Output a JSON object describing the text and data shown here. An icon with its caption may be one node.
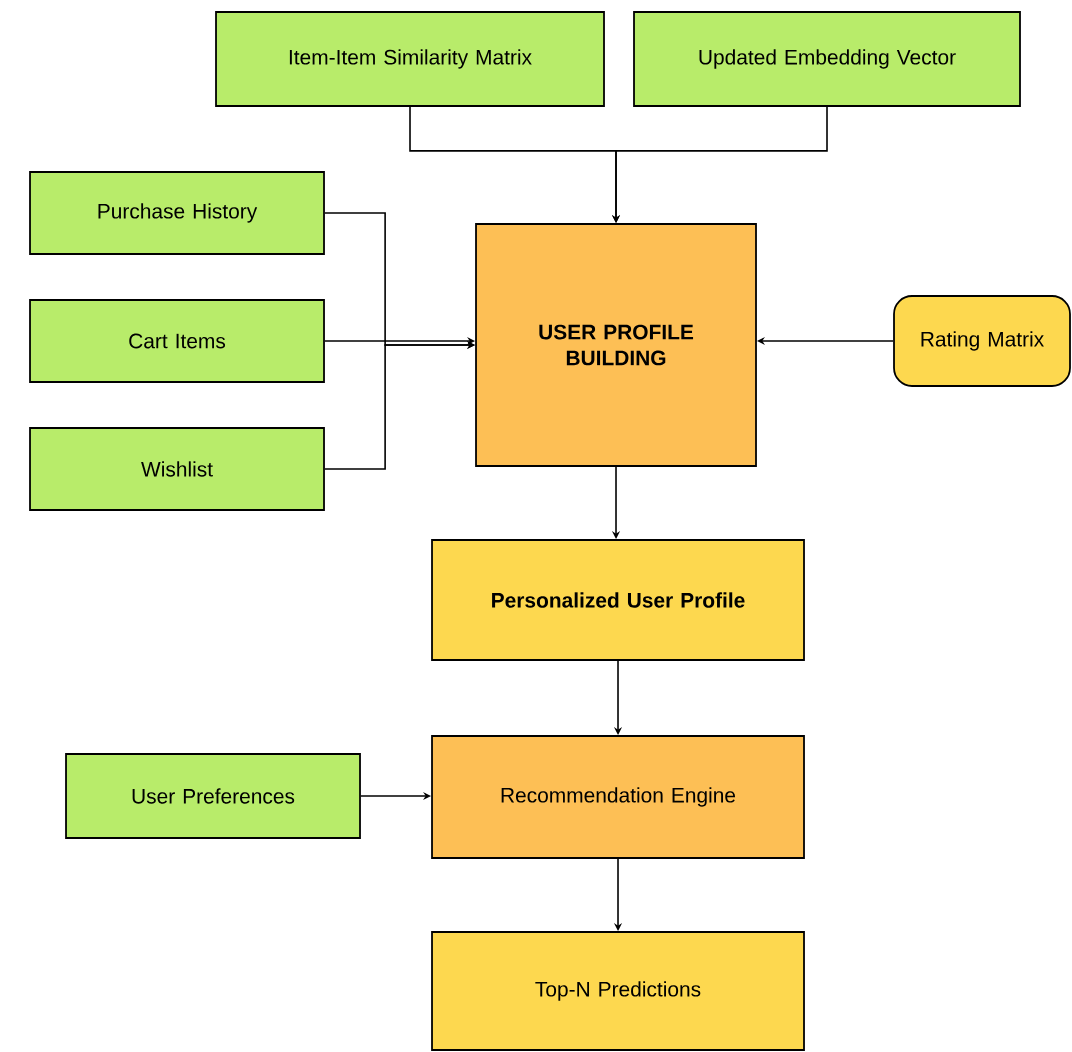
{
  "diagram": {
    "nodes": [
      {
        "text": [
          "Item-Item Similarity Matrix"
        ]
      },
      {
        "text": [
          "Updated Embedding Vector"
        ]
      },
      {
        "text": [
          "Purchase History"
        ]
      },
      {
        "text": [
          "Cart Items"
        ]
      },
      {
        "text": [
          "Wishlist"
        ]
      },
      {
        "text": [
          "USER PROFILE BUILDING"
        ]
      },
      {
        "text": [
          "Rating Matrix"
        ]
      },
      {
        "text": [
          "Personalized User Profile"
        ]
      },
      {
        "text": [
          "User Preferences"
        ]
      },
      {
        "text": [
          "Recommendation Engine"
        ]
      },
      {
        "text": [
          "Top-N Predictions"
        ]
      }
    ],
    "edges": [
      {
        "from": 0,
        "to": 5,
        "arrow": "to"
      },
      {
        "from": 1,
        "to": 5,
        "arrow": "to"
      },
      {
        "from": 2,
        "to": 5,
        "arrow": "to"
      },
      {
        "from": 3,
        "to": 5,
        "arrow": "to"
      },
      {
        "from": 4,
        "to": 5,
        "arrow": "to"
      },
      {
        "from": 6,
        "to": 5,
        "arrow": "to"
      },
      {
        "from": 5,
        "to": 7,
        "arrow": "to"
      },
      {
        "from": 7,
        "to": 9,
        "arrow": "to"
      },
      {
        "from": 8,
        "to": 9,
        "arrow": "to"
      },
      {
        "from": 9,
        "to": 10,
        "arrow": "to"
      }
    ]
  }
}
